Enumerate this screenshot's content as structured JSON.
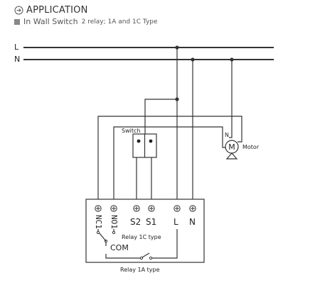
{
  "header": {
    "title": "APPLICATION",
    "subtitle_main": "In Wall Switch",
    "subtitle_detail": "2 relay; 1A and 1C Type"
  },
  "lines": {
    "live": "L",
    "neutral": "N"
  },
  "switch": {
    "label": "Switch"
  },
  "motor": {
    "symbol": "M",
    "label": "Motor",
    "neutral_label": "N"
  },
  "terminals": {
    "nc1": "NC1",
    "no1": "NO1",
    "s2": "S2",
    "s1": "S1",
    "l": "L",
    "n": "N"
  },
  "relays": {
    "relay_1c": "Relay 1C type",
    "com": "COM",
    "relay_1a": "Relay 1A type"
  }
}
